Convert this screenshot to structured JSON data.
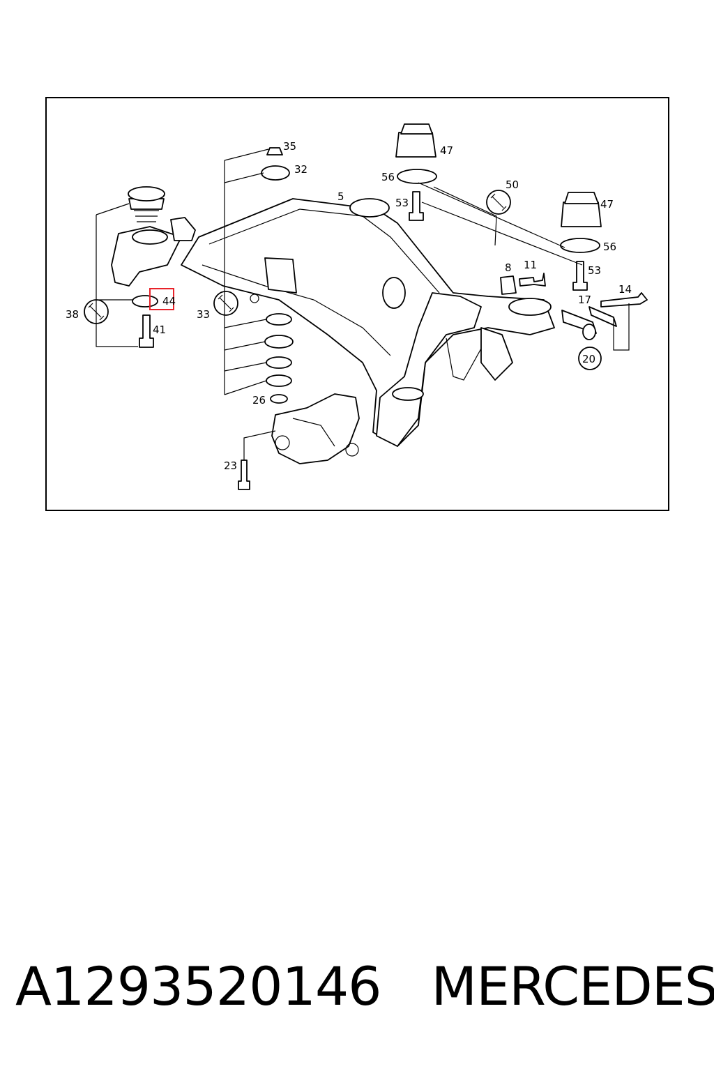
{
  "diagram": {
    "labels": {
      "l35": "35",
      "l32": "32",
      "l47a": "47",
      "l56a": "56",
      "l53a": "53",
      "l5": "5",
      "l50": "50",
      "l47b": "47",
      "l56b": "56",
      "l53b": "53",
      "l8": "8",
      "l11": "11",
      "l14": "14",
      "l17": "17",
      "l20": "20",
      "l38": "38",
      "l44": "44",
      "l41": "41",
      "l33": "33",
      "l26": "26",
      "l23": "23"
    },
    "highlighted_part": "44",
    "highlight_color": "#e8232a"
  },
  "caption": {
    "part_number": "A1293520146",
    "brand": "MERCEDES"
  }
}
